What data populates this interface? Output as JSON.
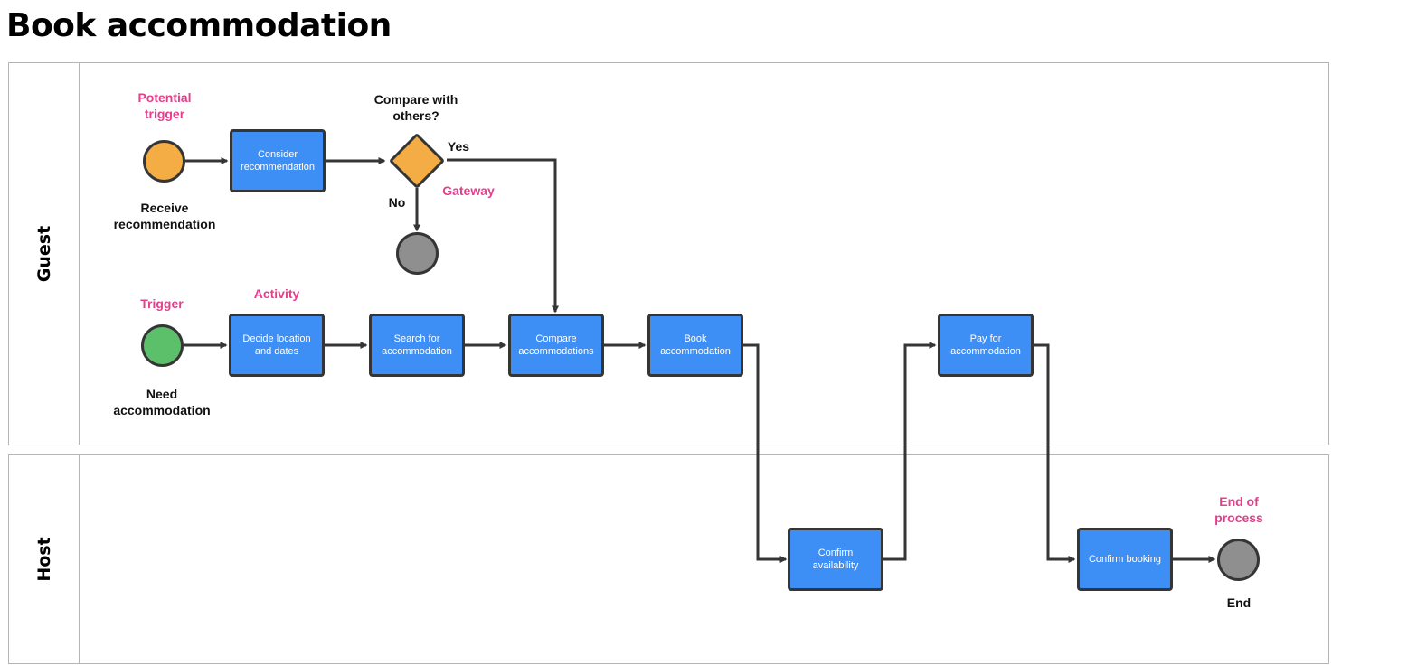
{
  "title": "Book accommodation",
  "colors": {
    "task": "#3d8ef5",
    "border": "#353535",
    "start_potential": "#f4ac45",
    "start_trigger": "#5cbf6a",
    "end": "#8f8f8f",
    "annotation": "#e33f8c"
  },
  "lanes": {
    "guest": "Guest",
    "host": "Host"
  },
  "tasks": {
    "consider": "Consider\nrecommendation",
    "decide": "Decide location\nand dates",
    "search": "Search for\naccommodation",
    "compare": "Compare\naccommodations",
    "book": "Book\naccommodation",
    "pay": "Pay for\naccommodation",
    "confirm_availability": "Confirm\navailability",
    "confirm_booking": "Confirm booking"
  },
  "labels": {
    "potential_trigger": "Potential\ntrigger",
    "receive_recommendation": "Receive\nrecommendation",
    "compare_question": "Compare with\nothers?",
    "yes": "Yes",
    "no": "No",
    "gateway": "Gateway",
    "trigger": "Trigger",
    "activity": "Activity",
    "need_accommodation": "Need\naccommodation",
    "end_of_process": "End of\nprocess",
    "end": "End"
  }
}
